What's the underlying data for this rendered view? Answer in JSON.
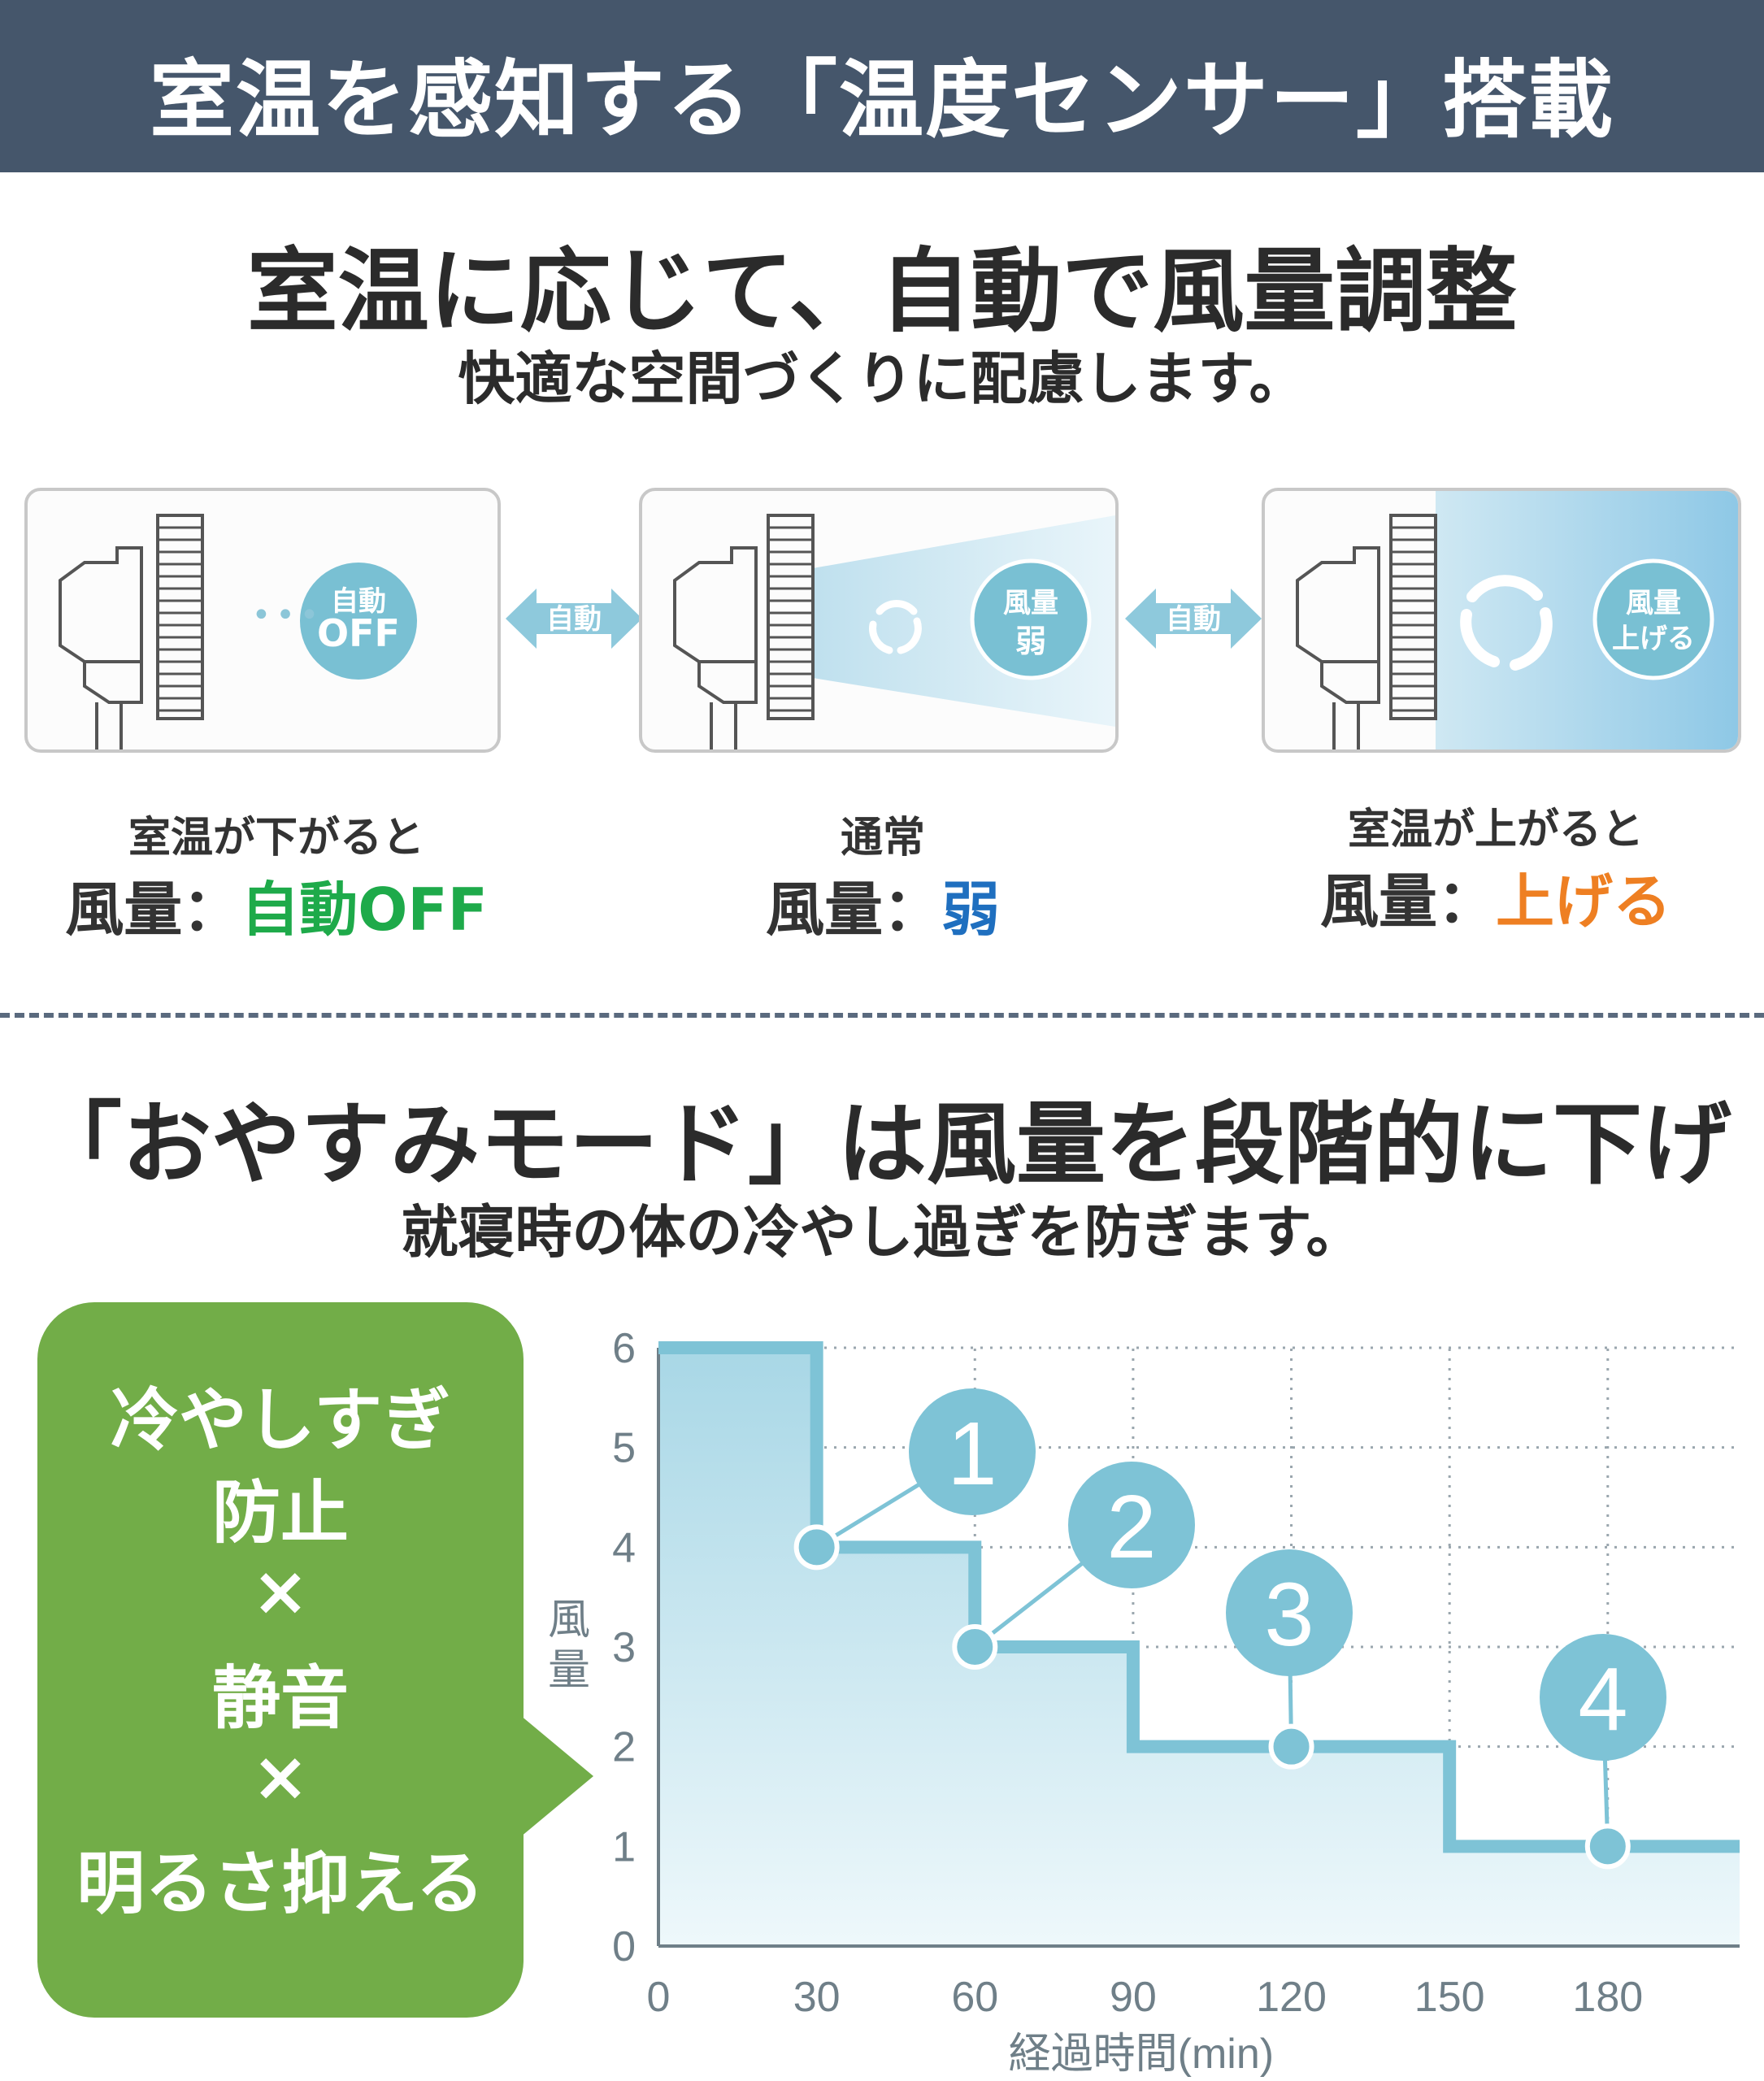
{
  "header": {
    "title": "室温を感知する「温度センサー」搭載"
  },
  "section1": {
    "headline": "室温に応じて、自動で風量調整",
    "subheadline": "快適な空間づくりに配慮します。",
    "arrow_label_1": "自動",
    "arrow_label_2": "自動",
    "panels": [
      {
        "badge_line1": "自動",
        "badge_line2": "OFF",
        "dots": "•••"
      },
      {
        "badge_line1": "風量",
        "badge_line2": "弱"
      },
      {
        "badge_line1": "風量",
        "badge_line2": "上げる"
      }
    ],
    "modes": [
      {
        "caption": "室温が下がると",
        "label": "風量：",
        "value": "自動OFF",
        "value_color": "#1eaa4a"
      },
      {
        "caption": "通常",
        "label": "風量：",
        "value": "弱",
        "value_color": "#1f6fbf"
      },
      {
        "caption": "室温が上がると",
        "label": "風量：",
        "value": "上げる",
        "value_color": "#ee7f22"
      }
    ]
  },
  "section2": {
    "headline": "「おやすみモード」は風量を段階的に下げ",
    "subheadline": "就寝時の体の冷やし過ぎを防ぎます。",
    "bubble_lines": [
      "冷やしすぎ",
      "防止",
      "×",
      "静音",
      "×",
      "明るさ抑える"
    ]
  },
  "colors": {
    "header_bg": "#45566b",
    "accent_green": "#72ad48",
    "chart_line": "#7ec3d6"
  },
  "chart_data": {
    "type": "line",
    "step": true,
    "xlabel": "経過時間(min)",
    "ylabel": "風量",
    "x_ticks": [
      0,
      30,
      60,
      90,
      120,
      150,
      180
    ],
    "y_ticks": [
      0,
      1,
      2,
      3,
      4,
      5,
      6
    ],
    "xlim": [
      0,
      205
    ],
    "ylim": [
      0,
      6
    ],
    "grid": true,
    "steps": [
      {
        "x_start": 0,
        "x_end": 30,
        "y": 6
      },
      {
        "x_start": 30,
        "x_end": 60,
        "y": 4
      },
      {
        "x_start": 60,
        "x_end": 90,
        "y": 3
      },
      {
        "x_start": 90,
        "x_end": 150,
        "y": 2
      },
      {
        "x_start": 150,
        "x_end": 205,
        "y": 1
      }
    ],
    "markers": [
      {
        "label": "1",
        "x": 30,
        "y": 4
      },
      {
        "label": "2",
        "x": 60,
        "y": 3
      },
      {
        "label": "3",
        "x": 120,
        "y": 2
      },
      {
        "label": "4",
        "x": 180,
        "y": 1
      }
    ]
  }
}
